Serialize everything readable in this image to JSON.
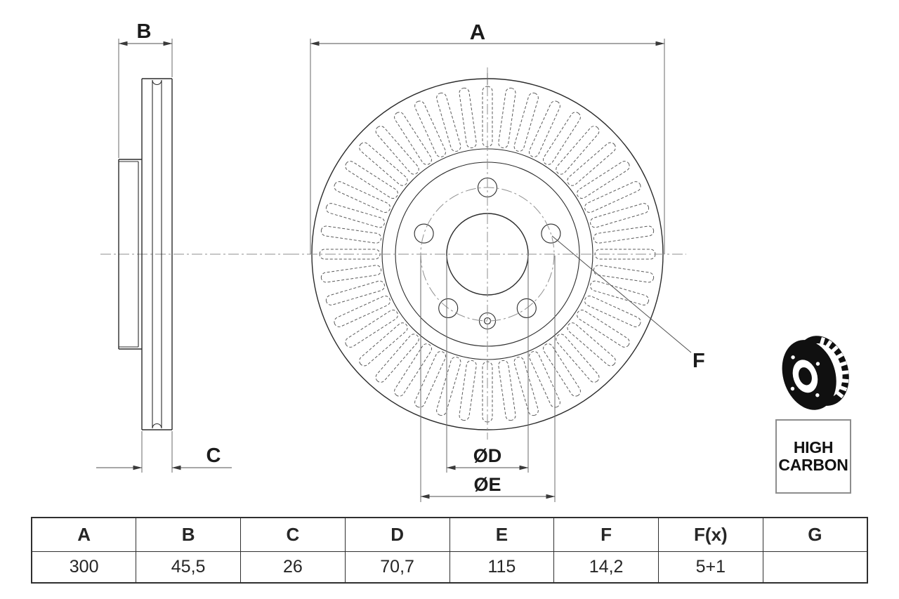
{
  "drawing": {
    "labels": {
      "a": "A",
      "b": "B",
      "c": "C",
      "f": "F",
      "d_dia": "ØD",
      "e_dia": "ØE"
    },
    "vent_slot_count": 44,
    "bolt_hole_count": 5,
    "bolt_hole_angles_deg": [
      90,
      162,
      234,
      306,
      18
    ],
    "colors": {
      "outline": "#2b2b2b",
      "dimension": "#4f4f4f",
      "centerline": "#8f8f8f",
      "badge_border": "#8d8d8d"
    }
  },
  "badge": {
    "line1": "HIGH",
    "line2": "CARBON"
  },
  "table": {
    "headers": [
      "A",
      "B",
      "C",
      "D",
      "E",
      "F",
      "F(x)",
      "G"
    ],
    "values": [
      "300",
      "45,5",
      "26",
      "70,7",
      "115",
      "14,2",
      "5+1",
      ""
    ]
  }
}
